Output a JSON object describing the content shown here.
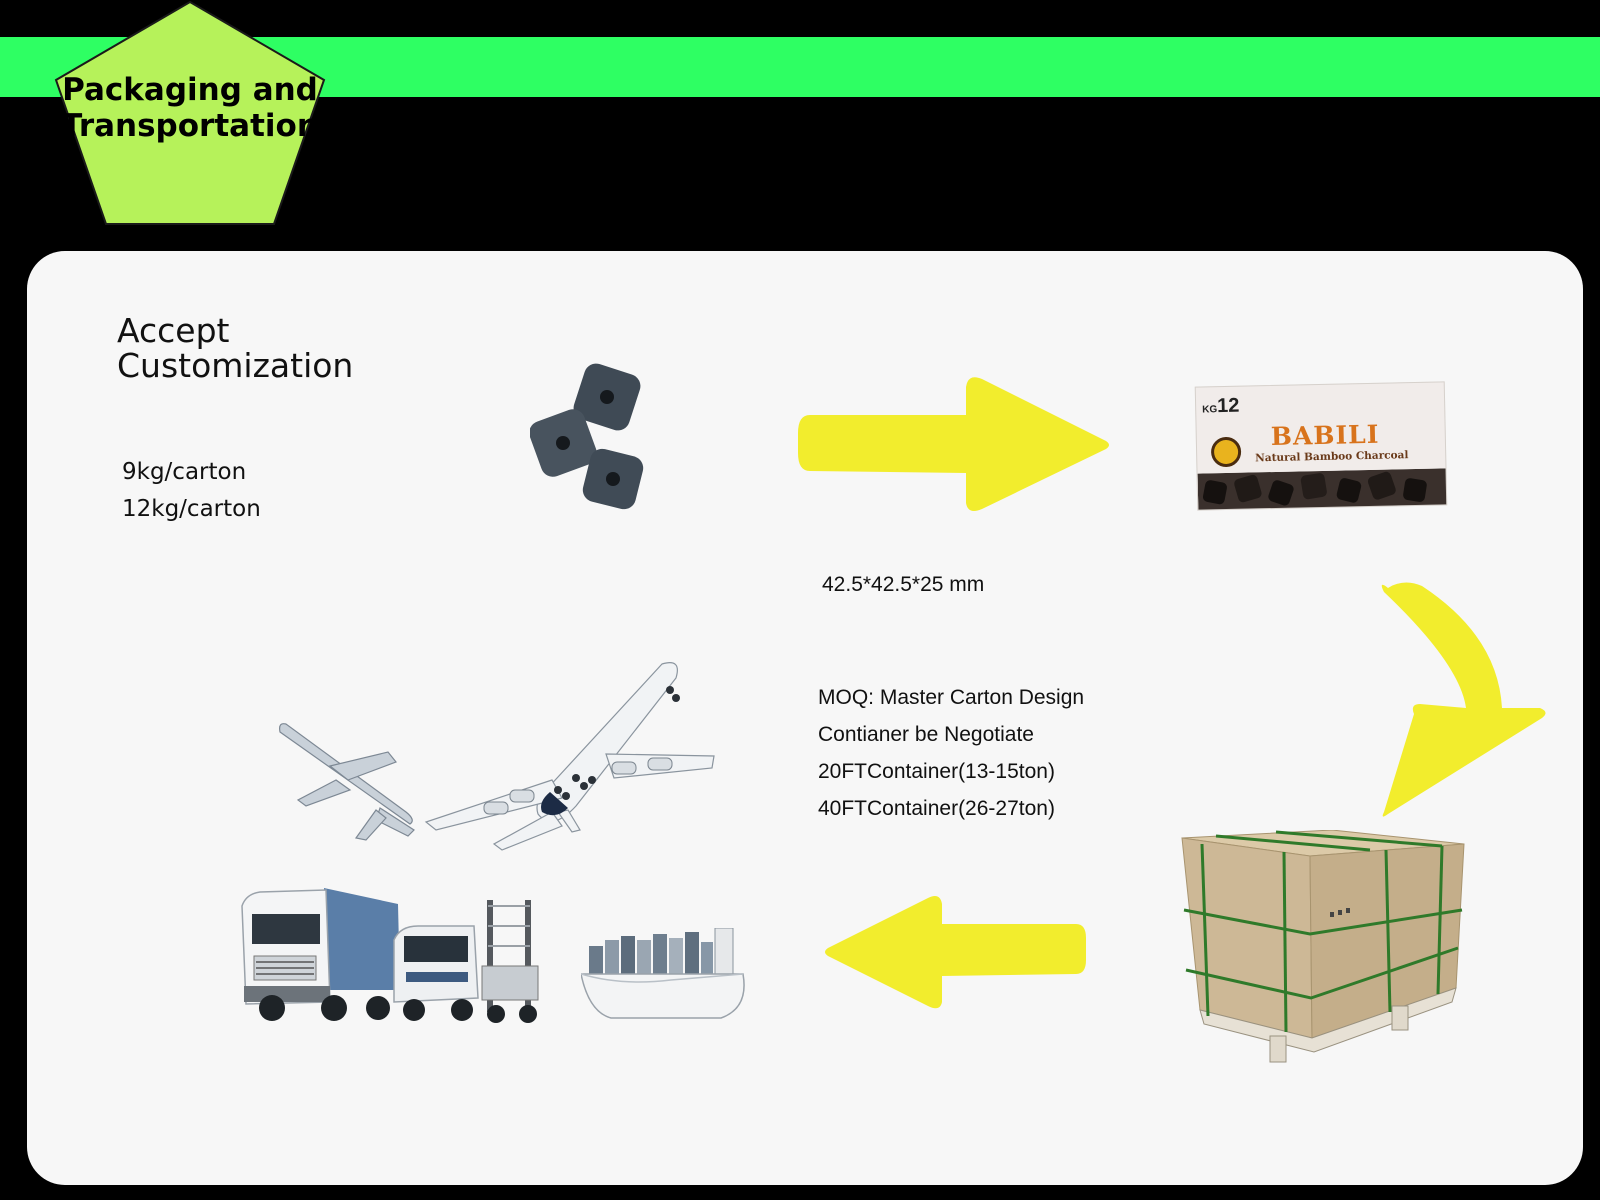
{
  "header": {
    "title_line1": "Packaging and",
    "title_line2": "Transportation"
  },
  "colors": {
    "band": "#2eff63",
    "pentagon": "#b6f25a",
    "arrow": "#f2ed2d",
    "panel": "#f7f7f7",
    "background": "#000000"
  },
  "intro": {
    "line1": "Accept",
    "line2": "Customization"
  },
  "packing": {
    "option1": "9kg/carton",
    "option2": "12kg/carton"
  },
  "size": {
    "text": "42.5*42.5*25 mm"
  },
  "terms": {
    "line1": "MOQ: Master Carton Design",
    "line2": "Contianer be Negotiate",
    "line3": "20FTContainer(13-15ton)",
    "line4": "40FTContainer(26-27ton)"
  },
  "product_box": {
    "weight": "12",
    "weight_unit": "KG",
    "brand": "BABILI",
    "subtitle": "Natural Bamboo Charcoal"
  },
  "icons": {
    "charcoal": "charcoal-cubes-icon",
    "carton": "carton-box-icon",
    "pallet": "pallet-box-icon",
    "planes": "airplane-icon",
    "vehicles": "truck-icon",
    "ship": "ship-icon"
  }
}
